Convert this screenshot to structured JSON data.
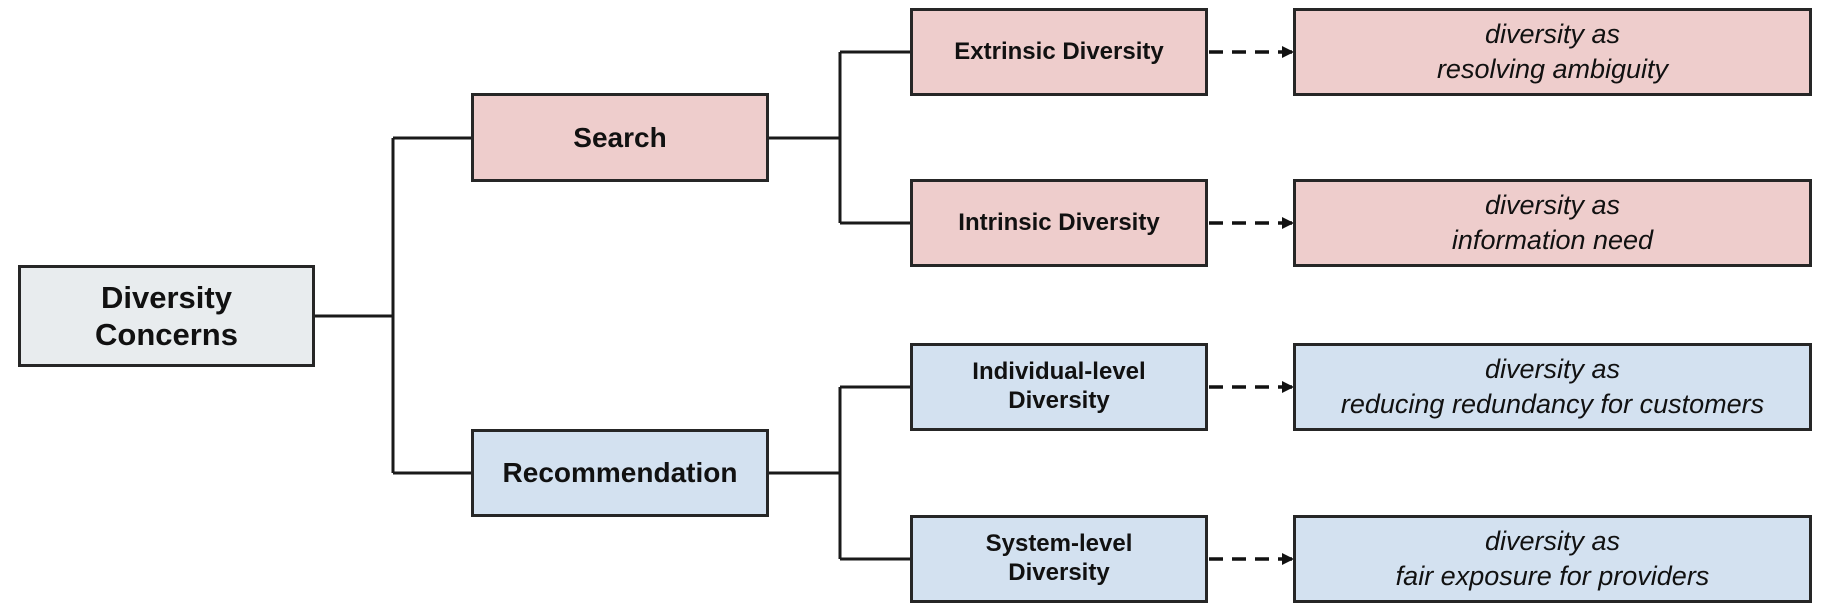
{
  "root": {
    "line1": "Diversity",
    "line2": "Concerns",
    "color": "#e8ecee"
  },
  "branches": [
    {
      "label": "Search",
      "color": "#eecdcc",
      "children": [
        {
          "label": "Extrinsic Diversity",
          "desc_line1": "diversity as",
          "desc_line2": "resolving ambiguity"
        },
        {
          "label": "Intrinsic Diversity",
          "desc_line1": "diversity as",
          "desc_line2": "information need"
        }
      ]
    },
    {
      "label": "Recommendation",
      "color": "#d3e1f0",
      "children": [
        {
          "label_line1": "Individual-level",
          "label_line2": "Diversity",
          "desc_line1": "diversity as",
          "desc_line2": "reducing redundancy for customers"
        },
        {
          "label_line1": "System-level",
          "label_line2": "Diversity",
          "desc_line1": "diversity as",
          "desc_line2": "fair exposure for providers"
        }
      ]
    }
  ]
}
